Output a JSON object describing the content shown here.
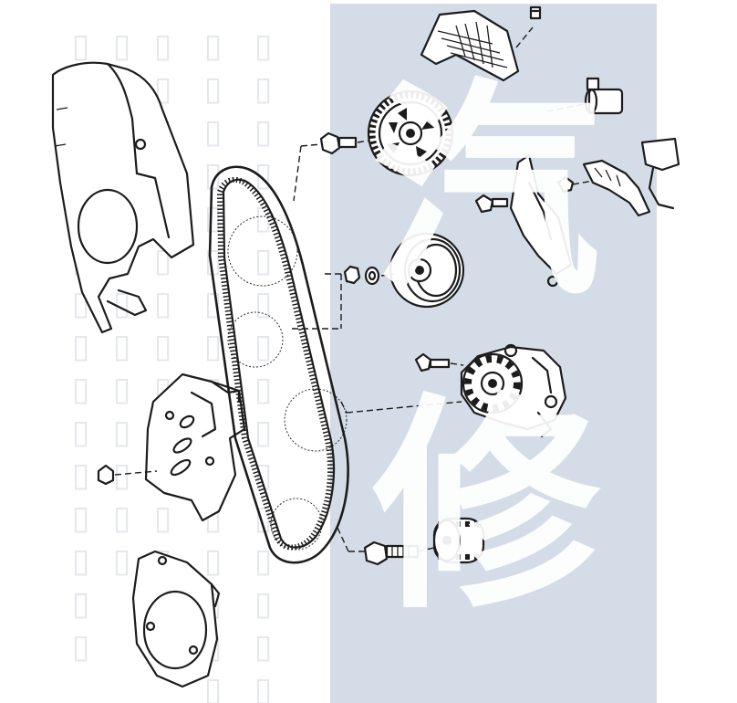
{
  "watermark": {
    "char_1": "汽",
    "char_2": "修",
    "color": "#ffffff",
    "panel_color": "#d4dde7"
  },
  "diagram": {
    "parts": [
      "timing-belt-upper-cover",
      "timing-belt-rear-cover",
      "timing-belt-lower-cover",
      "timing-belt",
      "camshaft-sprocket",
      "tensioner-pulley",
      "coolant-pump",
      "crankshaft-sprocket",
      "engine-mount-bracket",
      "sensor-connector",
      "dust-shield"
    ],
    "line_color": "#1c1c1c"
  }
}
